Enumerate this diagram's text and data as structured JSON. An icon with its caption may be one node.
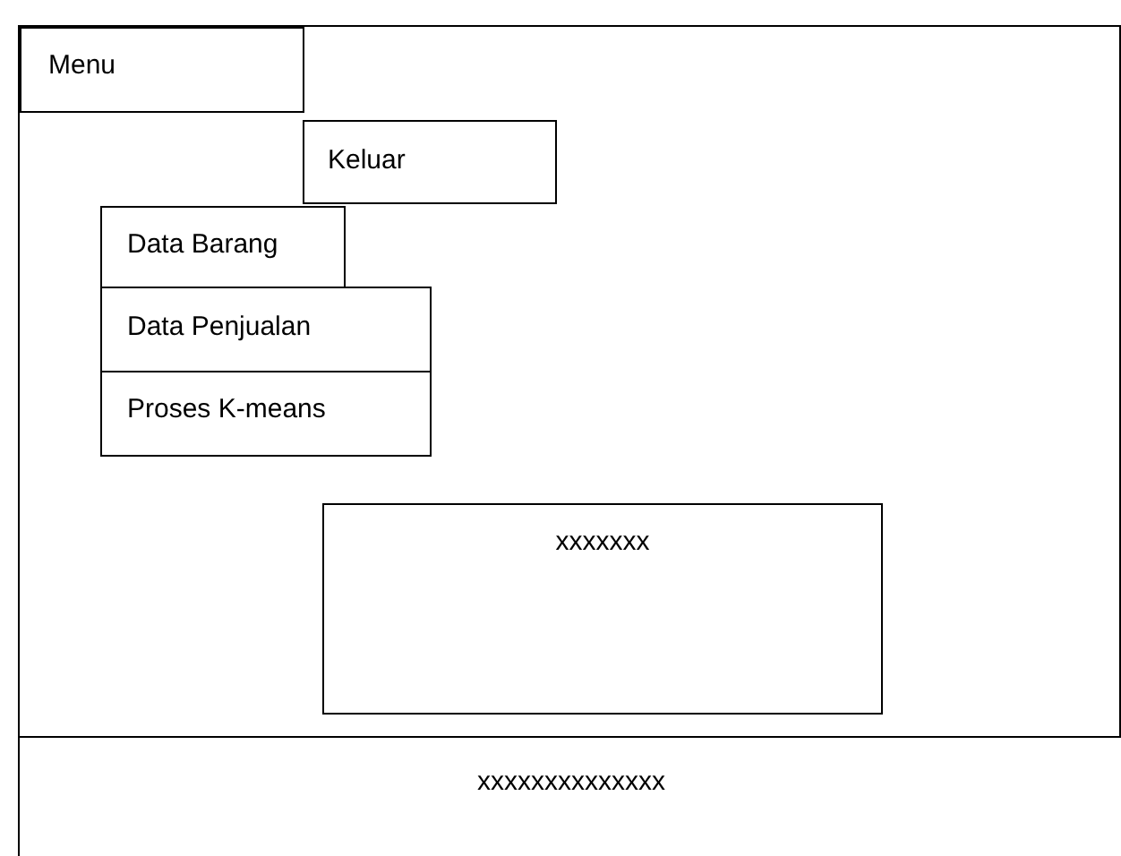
{
  "diagram": {
    "nodes": [
      {
        "text": [],
        "shape": "box"
      },
      {
        "text": [
          "Menu"
        ],
        "in": 0
      },
      {
        "text": [
          "Keluar"
        ],
        "in": 0
      },
      {
        "text": [
          "Data Barang"
        ],
        "in": 0
      },
      {
        "text": [
          "Data Penjualan"
        ],
        "in": 0
      },
      {
        "text": [
          "Proses K-means"
        ],
        "in": 0
      },
      {
        "text": [
          "xxxxxxx"
        ],
        "in": 0
      },
      {
        "text": [
          "xxxxxxxxxxxxxx"
        ],
        "in": 0
      }
    ],
    "edges": []
  }
}
